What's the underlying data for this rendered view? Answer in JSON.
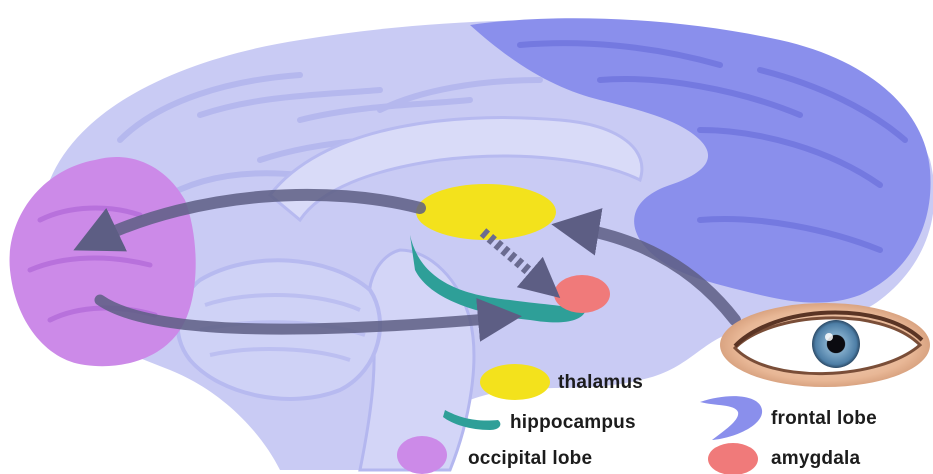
{
  "colors": {
    "brain_base": "#c9cbf4",
    "frontal_lobe": "#8a8fec",
    "occipital_lobe": "#cc8ae8",
    "thalamus": "#f3e21c",
    "hippocampus": "#2e9f98",
    "amygdala": "#f07a7a",
    "arrow": "#5d5e84"
  },
  "legend": {
    "thalamus": "thalamus",
    "hippocampus": "hippocampus",
    "frontal_lobe": "frontal lobe",
    "occipital_lobe": "occipital lobe",
    "amygdala": "amygdala"
  },
  "icons": {
    "eye": "eye-icon"
  }
}
